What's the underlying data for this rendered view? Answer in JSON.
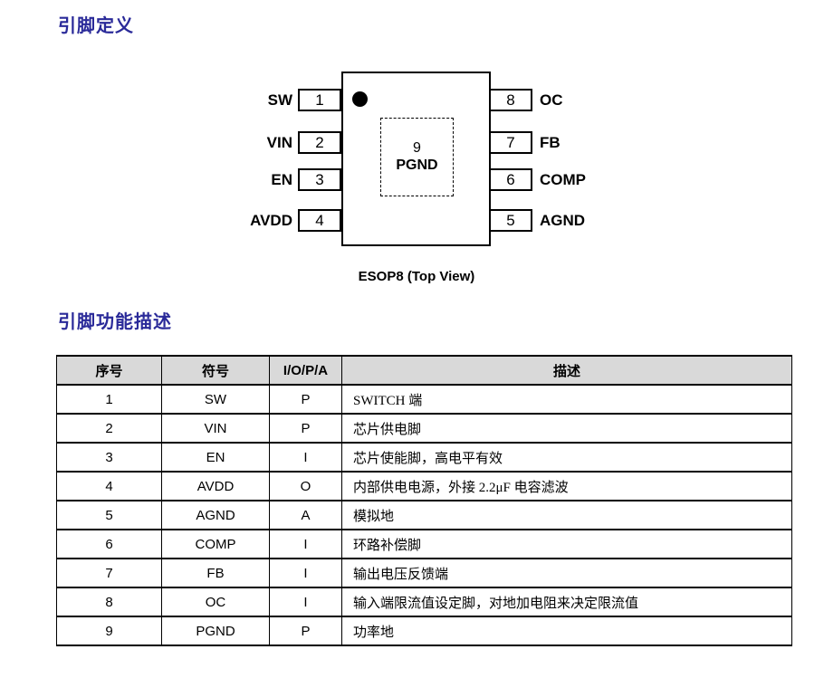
{
  "page": {
    "section1_title": "引脚定义",
    "section2_title": "引脚功能描述",
    "accent_color": "#2a2a99",
    "table_header_bg": "#d9d9d9"
  },
  "diagram": {
    "caption": "ESOP8 (Top View)",
    "pin1_marker": "pin1-indicator-dot",
    "left_pins": [
      {
        "label": "SW",
        "num": "1"
      },
      {
        "label": "VIN",
        "num": "2"
      },
      {
        "label": "EN",
        "num": "3"
      },
      {
        "label": "AVDD",
        "num": "4"
      }
    ],
    "right_pins": [
      {
        "num": "8",
        "label": "OC"
      },
      {
        "num": "7",
        "label": "FB"
      },
      {
        "num": "6",
        "label": "COMP"
      },
      {
        "num": "5",
        "label": "AGND"
      }
    ],
    "pad": {
      "num": "9",
      "label": "PGND"
    }
  },
  "table": {
    "headers": [
      "序号",
      "符号",
      "I/O/P/A",
      "描述"
    ],
    "rows": [
      [
        "1",
        "SW",
        "P",
        "SWITCH 端"
      ],
      [
        "2",
        "VIN",
        "P",
        "芯片供电脚"
      ],
      [
        "3",
        "EN",
        "I",
        "芯片使能脚，高电平有效"
      ],
      [
        "4",
        "AVDD",
        "O",
        "内部供电电源，外接 2.2μF 电容滤波"
      ],
      [
        "5",
        "AGND",
        "A",
        "模拟地"
      ],
      [
        "6",
        "COMP",
        "I",
        "环路补偿脚"
      ],
      [
        "7",
        "FB",
        "I",
        "输出电压反馈端"
      ],
      [
        "8",
        "OC",
        "I",
        "输入端限流值设定脚，对地加电阻来决定限流值"
      ],
      [
        "9",
        "PGND",
        "P",
        "功率地"
      ]
    ]
  }
}
